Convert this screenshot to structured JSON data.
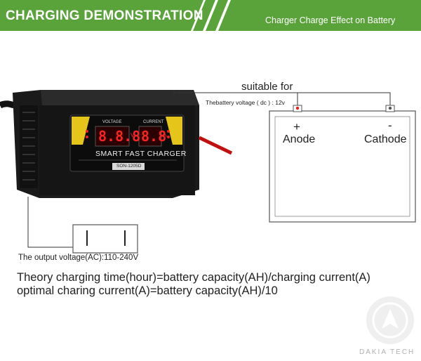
{
  "header": {
    "title": "CHARGING DEMONSTRATION",
    "subtitle": "Charger Charge Effect on Battery",
    "color": "#5aa33a"
  },
  "charger": {
    "voltage_label": "VOLTAGE",
    "current_label": "CURRENT",
    "voltage_display": "8.8.8",
    "voltage_unit": "V",
    "current_display": "8.8",
    "current_unit": "A",
    "brand": "SMART FAST CHARGER",
    "model": "SON-1205D"
  },
  "battery": {
    "suitable_for": "suitable for",
    "voltage_note": "Thebattery voltage ( dc ) : 12v",
    "positive": "+",
    "negative": "-",
    "anode": "Anode",
    "cathode": "Cathode"
  },
  "outlet": {
    "output_voltage": "The output voltage(AC):110-240V"
  },
  "formulas": {
    "line1": "Theory charging time(hour)=battery capacity(AH)/charging current(A)",
    "line2": "optimal charing current(A)=battery capacity(AH)/10"
  },
  "watermark": {
    "text": "DAKIA TECH"
  }
}
